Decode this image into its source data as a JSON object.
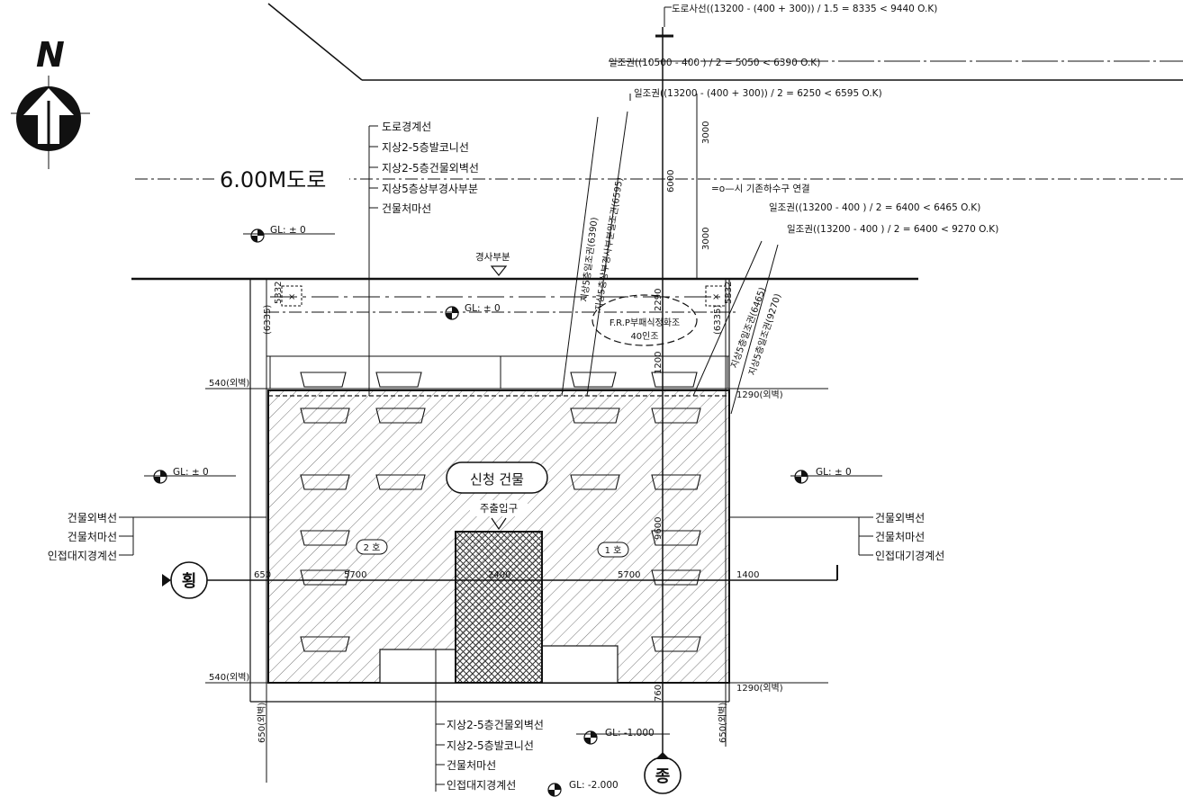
{
  "north": {
    "letter": "N"
  },
  "road": {
    "label": "6.00M도로",
    "corner_label": "경사부분"
  },
  "formulas": {
    "f1": "도로사선((13200 - (400 + 300)) / 1.5 = 8335 < 9440    O.K)",
    "f2": "일조권((10500 - 400 ) / 2 = 5050 < 6390    O.K)",
    "f3": "일조권((13200 - (400 + 300)) / 2 = 6250 < 6595    O.K)",
    "f4": "일조권((13200 - 400 ) / 2 = 6400 < 6465    O.K)",
    "f5": "일조권((13200 - 400 ) / 2 = 6400 < 9270    O.K)",
    "sewer": "=o—시 기존하수구 연결"
  },
  "top_legend": [
    "도로경계선",
    "지상2-5층발코니선",
    "지상2-5층건물외벽선",
    "지상5층상부경사부분",
    "건물처마선"
  ],
  "bottom_legend": [
    "지상2-5층건물외벽선",
    "지상2-5층발코니선",
    "건물처마선",
    "인접대지경계선"
  ],
  "left_legend": [
    "건물외벽선",
    "건물처마선",
    "인접대지경계선"
  ],
  "right_legend": [
    "건물외벽선",
    "건물처마선",
    "인접대기경계선"
  ],
  "gl_marks": {
    "top_left": "GL: ± 0",
    "center": "GL: ± 0",
    "left": "GL: ± 0",
    "right": "GL: ± 0",
    "bottom1": "GL: -1.000",
    "bottom2": "GL: -2.000"
  },
  "building": {
    "name": "신청 건물",
    "entrance": "주출입구",
    "unit_left": "2 호",
    "unit_right": "1 호",
    "septic_tank": "F.R.P부패식정화조",
    "septic_cap": "40인조"
  },
  "dims": {
    "top_wall_left": "540(외벽)",
    "top_wall_right": "1290(외벽)",
    "bot_wall_left": "540(외벽)",
    "bot_wall_right": "1290(외벽)",
    "row_650": "650",
    "row_5700a": "5700",
    "row_2400": "2400",
    "row_5700b": "5700",
    "row_1400": "1400",
    "v_3000a": "3000",
    "v_6000": "6000",
    "v_3000b": "3000",
    "v_2290": "2290",
    "v_1200": "1200",
    "v_9600": "9600",
    "v_760": "760",
    "v_650l": "650(외벽)",
    "v_650r": "650(외벽)",
    "v_6335l": "(6335)",
    "v_6335r": "(6335)",
    "v_5332l": "5332",
    "v_5332r": "5332"
  },
  "diag_labels": {
    "d1": "지상5층일조권(6390)",
    "d2": "지상5층상부경사부분일조권(6595)",
    "d3": "지상5층일조권(6465)",
    "d4": "지상5층일조권(9270)"
  },
  "markers": {
    "west": "횡",
    "south": "종"
  }
}
